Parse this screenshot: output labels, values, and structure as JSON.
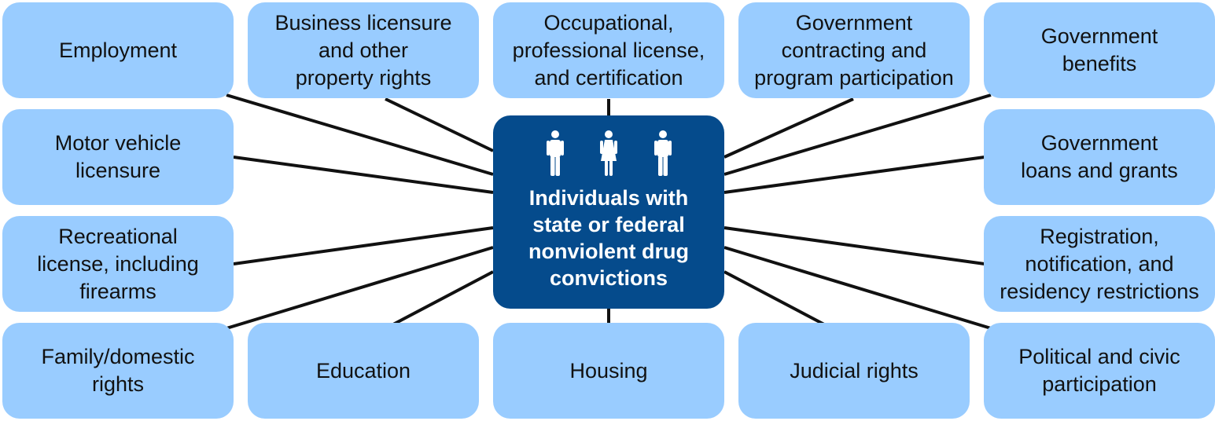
{
  "center": {
    "title": "Individuals with\nstate or federal\nnonviolent drug\nconvictions",
    "icons": [
      "male-figure-icon",
      "female-figure-icon",
      "male-figure-icon"
    ]
  },
  "categories": {
    "employment": "Employment",
    "business_licensure": "Business licensure\nand other\nproperty rights",
    "occupational_license": "Occupational,\nprofessional license,\nand certification",
    "government_contracting": "Government\ncontracting and\nprogram participation",
    "government_benefits": "Government\nbenefits",
    "motor_vehicle": "Motor vehicle\nlicensure",
    "government_loans": "Government\nloans and grants",
    "recreational_license": "Recreational\nlicense, including\nfirearms",
    "registration": "Registration,\nnotification, and\nresidency restrictions",
    "family_domestic": "Family/domestic\nrights",
    "education": "Education",
    "housing": "Housing",
    "judicial_rights": "Judicial rights",
    "political_civic": "Political and civic\nparticipation"
  },
  "colors": {
    "category_box": "#99ccff",
    "center_box": "#054b8c",
    "connector": "#111111"
  }
}
